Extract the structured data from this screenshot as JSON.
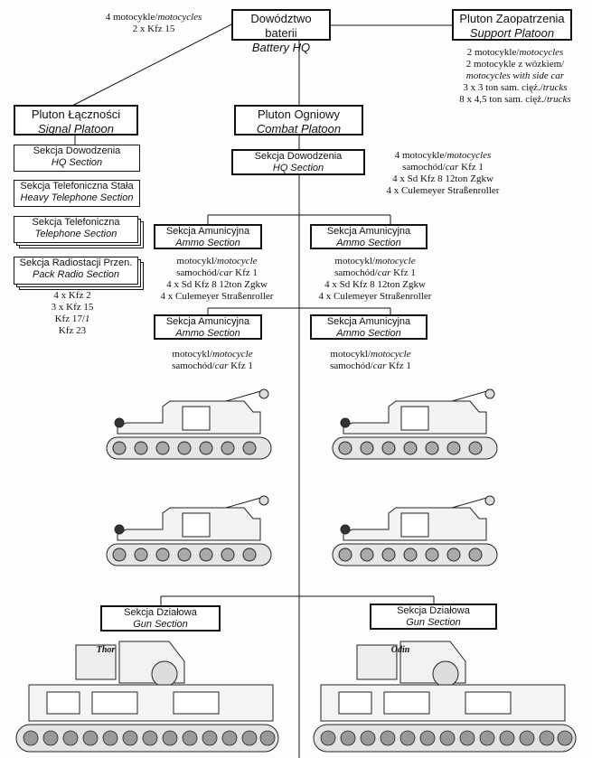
{
  "battery_hq": {
    "title": "Dowództwo baterii",
    "subtitle": "Battery HQ"
  },
  "hq_vehicles": [
    "4 motocykle/motocycles",
    "2 x Kfz 15"
  ],
  "support": {
    "title": "Pluton Zaopatrzenia",
    "subtitle": "Support Platoon",
    "vehicles": [
      "2 motocykle/motocycles",
      "2 motocykle z wózkiem/",
      "motocycles with side car",
      "3 x 3 ton sam. cięż./trucks",
      "8 x 4,5 ton sam. cięż./trucks"
    ]
  },
  "signal": {
    "title": "Pluton Łączności",
    "subtitle": "Signal Platoon",
    "sections": [
      {
        "pl": "Sekcja Dowodzenia",
        "en": "HQ Section"
      },
      {
        "pl": "Sekcja Telefoniczna Stała",
        "en": "Heavy Telephone Section"
      },
      {
        "pl": "Sekcja Telefoniczna",
        "en": "Telephone Section"
      },
      {
        "pl": "Sekcja Radiostacji Przen.",
        "en": "Pack Radio Section"
      }
    ],
    "vehicles": [
      "4 x Kfz 2",
      "3 x Kfz 15",
      "Kfz 17/1",
      "Kfz 23"
    ]
  },
  "combat": {
    "title": "Pluton Ogniowy",
    "subtitle": "Combat Platoon",
    "hq": {
      "pl": "Sekcja Dowodzenia",
      "en": "HQ Section"
    },
    "hq_vehicles": [
      "4 motocykle/motocycles",
      "samochód/car Kfz 1",
      "4 x Sd Kfz 8 12ton Zgkw",
      "4 x Culemeyer Straßenroller"
    ]
  },
  "ammo": {
    "pl": "Sekcja Amunicyjna",
    "en": "Ammo Section",
    "vehicles_a": [
      "motocykl/motocycle",
      "samochód/car Kfz 1",
      "4 x Sd Kfz 8 12ton Zgkw",
      "4 x Culemeyer Straßenroller"
    ],
    "vehicles_b": [
      "motocykl/motocycle",
      "samochód/car Kfz 1"
    ]
  },
  "gun": {
    "pl": "Sekcja Działowa",
    "en": "Gun Section"
  },
  "gun_names": [
    "Thor",
    "Odin"
  ]
}
